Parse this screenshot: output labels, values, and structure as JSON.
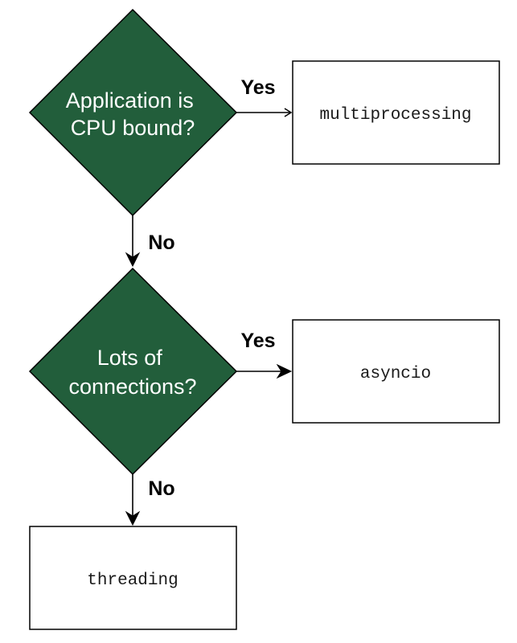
{
  "colors": {
    "decision_fill": "#225e3b",
    "box_fill": "#ffffff",
    "line": "#000000"
  },
  "decisions": [
    {
      "lines": [
        "Application is",
        "CPU bound?"
      ]
    },
    {
      "lines": [
        "Lots of",
        "connections?"
      ]
    }
  ],
  "outcomes": {
    "multiprocessing": "multiprocessing",
    "asyncio": "asyncio",
    "threading": "threading"
  },
  "edges": {
    "cpu_yes": "Yes",
    "cpu_no": "No",
    "conn_yes": "Yes",
    "conn_no": "No"
  }
}
